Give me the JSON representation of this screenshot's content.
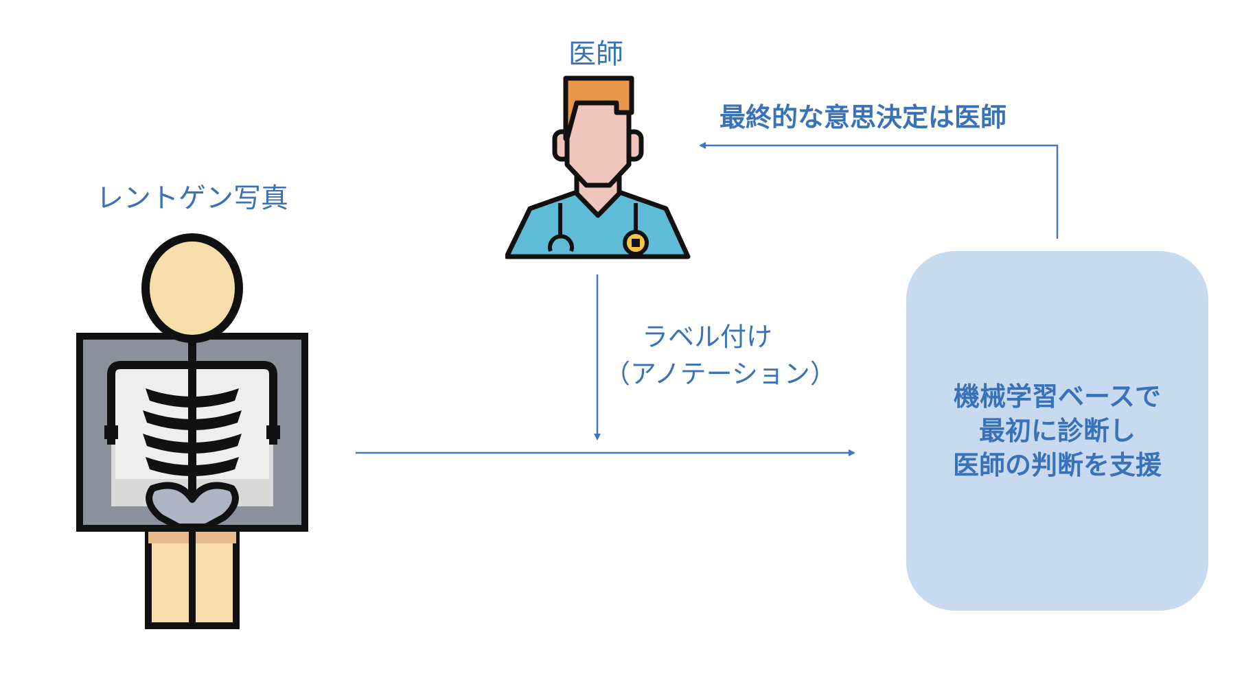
{
  "labels": {
    "xray": "レントゲン写真",
    "doctor": "医師",
    "final_decision": "最終的な意思決定は医師",
    "annotation_line1": "ラベル付け",
    "annotation_line2": "（アノテーション）"
  },
  "ml_box": {
    "line1": "機械学習ベースで",
    "line2": "最初に診断し",
    "line3": "医師の判断を支援"
  },
  "icons": {
    "xray": "xray-skeleton-icon",
    "doctor": "doctor-icon"
  },
  "colors": {
    "text": "#3a72b8",
    "arrow": "#4472c4",
    "box_fill": "#c8daf0",
    "scrub": "#5fbcd6",
    "hair": "#e8974b",
    "skin": "#f0c6bc",
    "head_xray": "#f7deaa",
    "xray_frame": "#8a909c"
  }
}
